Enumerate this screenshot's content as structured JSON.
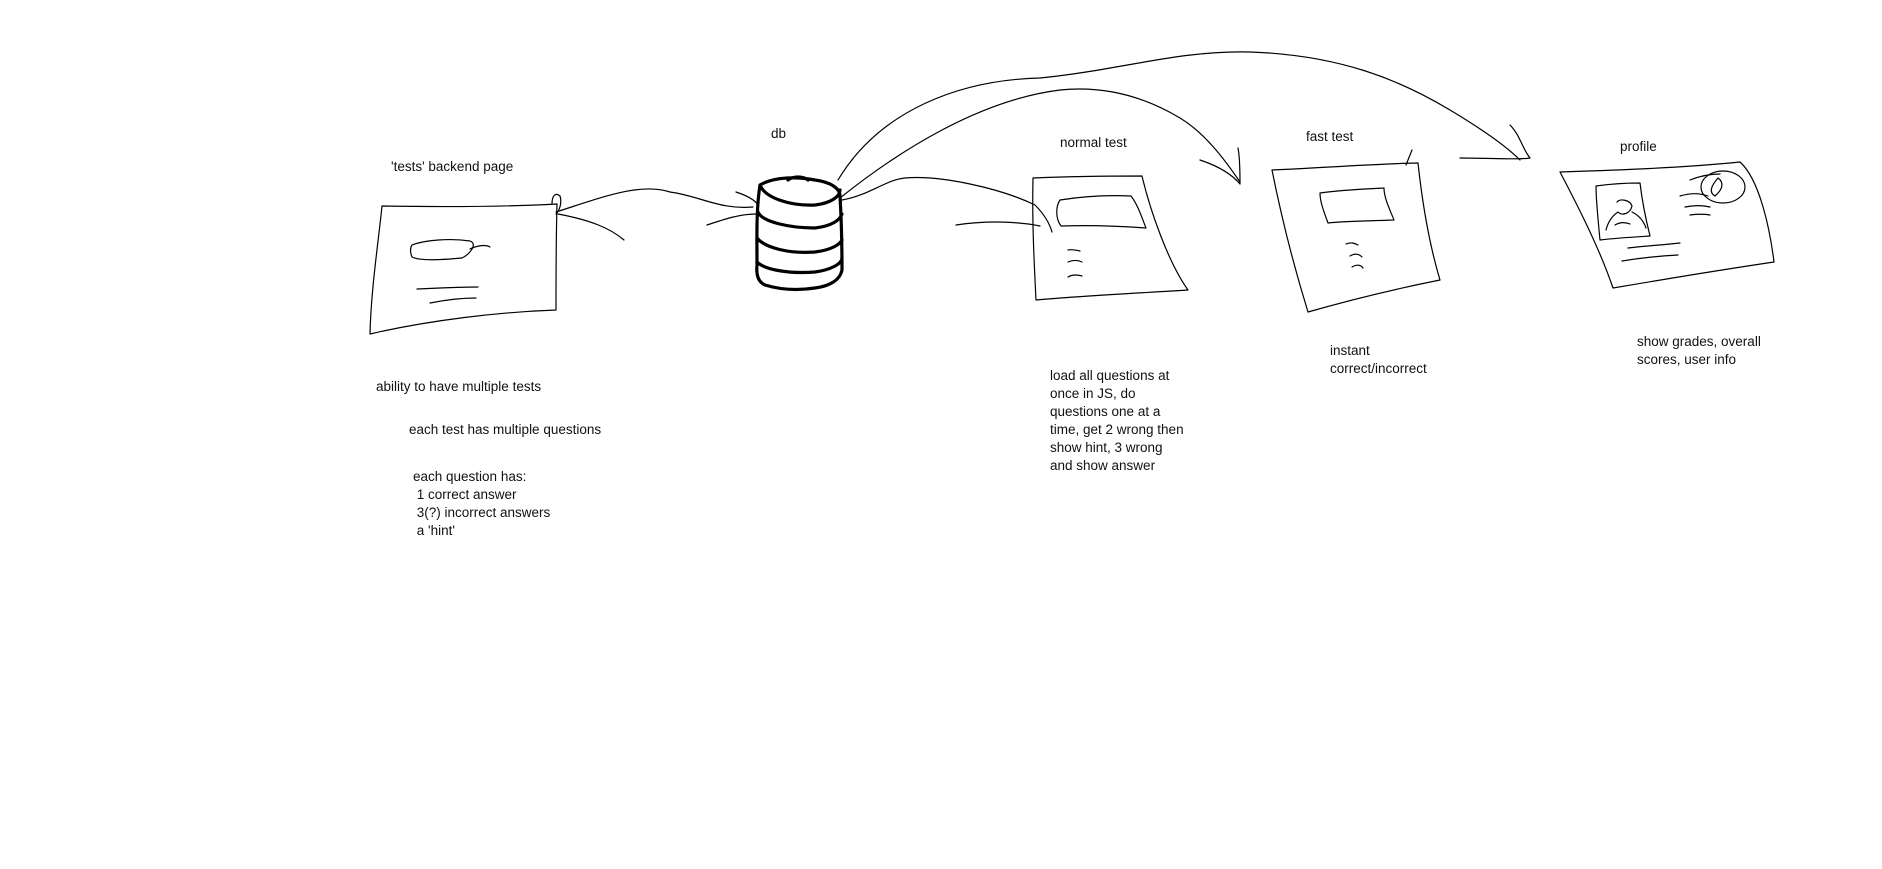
{
  "labels": {
    "backend": "'tests' backend page",
    "db": "db",
    "normal_test": "normal test",
    "fast_test": "fast test",
    "profile": "profile"
  },
  "notes": {
    "backend": {
      "multiple_tests": "ability to have multiple tests",
      "multiple_questions": "each test has multiple questions",
      "question_lines": [
        "each question has:",
        " 1 correct answer",
        " 3(?) incorrect answers",
        " a 'hint'"
      ]
    },
    "normal_test": [
      "load all questions at",
      "once in JS, do",
      "questions one at a",
      "time, get 2 wrong then",
      "show hint, 3 wrong",
      "and show answer"
    ],
    "fast_test": [
      "instant",
      "correct/incorrect"
    ],
    "profile": [
      "show grades, overall",
      "scores, user info"
    ]
  }
}
